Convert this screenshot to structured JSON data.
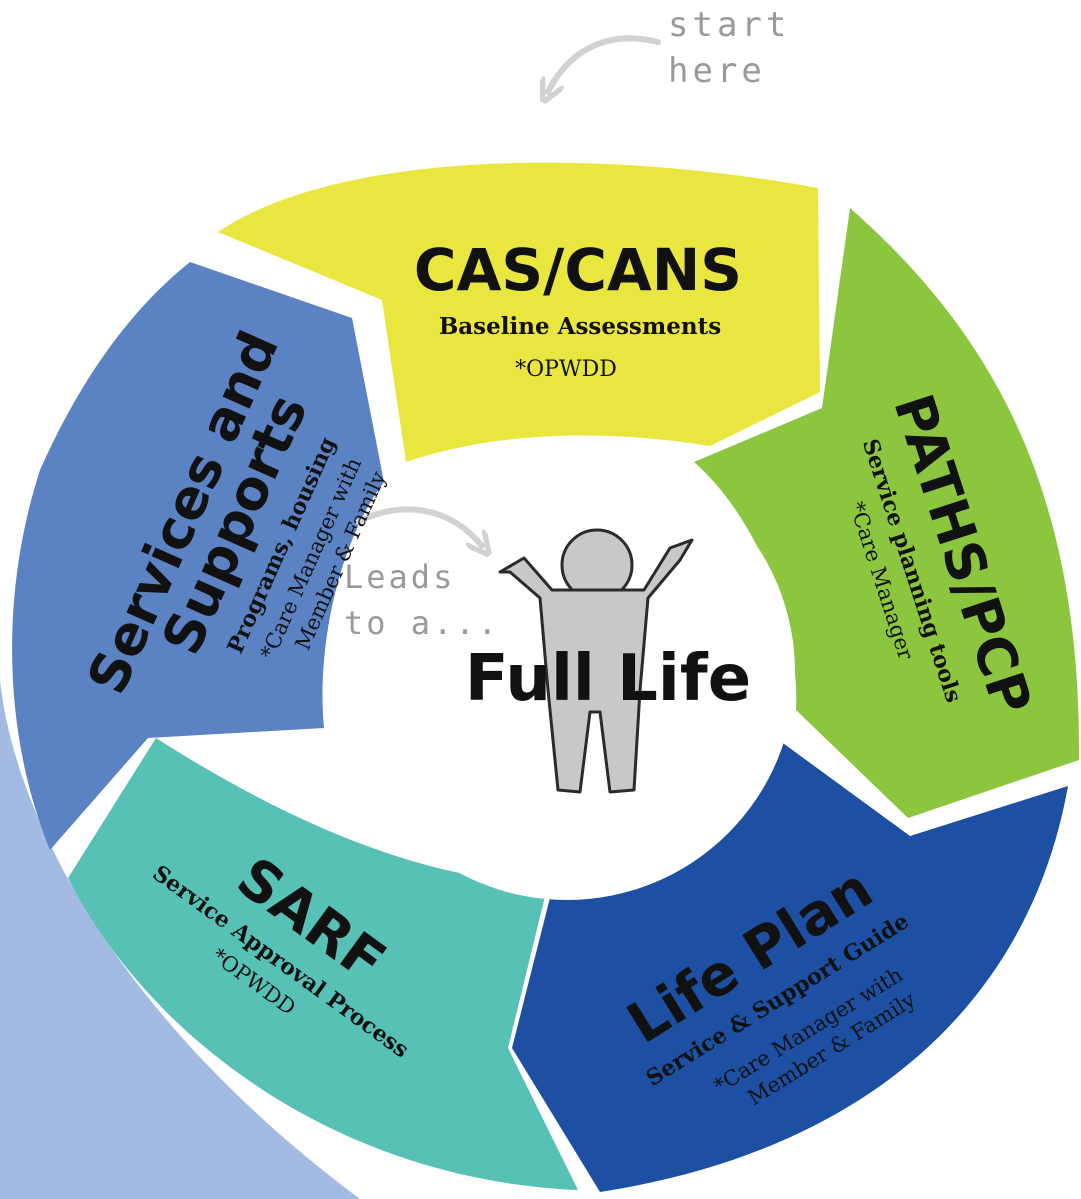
{
  "colors": {
    "bg_swoosh": "#a3bbe3",
    "cas": "#e9e73f",
    "paths": "#8cc63f",
    "lifeplan": "#1d4fa3",
    "sarf": "#58c1b6",
    "services": "#5b82c3",
    "figure": "#c8c8c8",
    "arrow": "#d2d2d2",
    "hint_text": "#9a9a9a"
  },
  "hints": {
    "start_line1": "start",
    "start_line2": "here",
    "leads_line1": "Leads",
    "leads_line2": "to a..."
  },
  "center": {
    "title": "Full Life",
    "icon": "person-arms-up-icon"
  },
  "segments": {
    "cas": {
      "title": "CAS/CANS",
      "subtitle": "Baseline Assessments",
      "note": "*OPWDD"
    },
    "paths": {
      "title": "PATHS/PCP",
      "subtitle": "Service planning tools",
      "note": "*Care Manager"
    },
    "lifeplan": {
      "title": "Life Plan",
      "subtitle": "Service & Support Guide",
      "note1": "*Care Manager with",
      "note2": "Member & Family"
    },
    "sarf": {
      "title": "SARF",
      "subtitle": "Service Approval Process",
      "note": "*OPWDD"
    },
    "services": {
      "title1": "Services and",
      "title2": "Supports",
      "subtitle": "Programs, housing",
      "note1": "*Care Manager with",
      "note2": "Member & Family"
    }
  }
}
